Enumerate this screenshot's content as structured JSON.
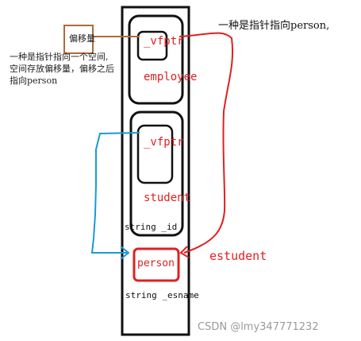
{
  "labels": {
    "vfptr_top": "_vfptr",
    "employee": "employee",
    "vfptr_mid": "_vfptr",
    "student": "student",
    "string_id": "string _id",
    "person": "person",
    "string_esname": "string _esname",
    "estudent": "estudent",
    "offset_box": "偏移量",
    "note_left_line1": "一种是指针指向一个空间,",
    "note_left_line2": "空间存放偏移量，偏移之后",
    "note_left_line3": "指向person",
    "note_right": "一种是指针指向person,",
    "watermark": "CSDN @lmy347771232"
  },
  "colors": {
    "black": "#111111",
    "red": "#e02020",
    "blue": "#1a9ad6",
    "brown": "#b06a3a",
    "watermark": "#9a9a9a"
  }
}
